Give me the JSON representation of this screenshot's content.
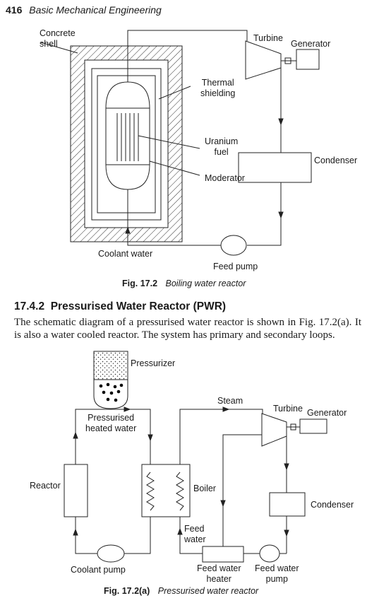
{
  "header": {
    "page_number": "416",
    "book_title": "Basic Mechanical Engineering"
  },
  "fig1": {
    "labels": {
      "concrete_shell": "Concrete\nshell",
      "turbine": "Turbine",
      "generator": "Generator",
      "thermal_shielding": "Thermal\nshielding",
      "uranium_fuel": "Uranium\nfuel",
      "moderator": "Moderator",
      "condenser": "Condenser",
      "coolant_water": "Coolant water",
      "feed_pump": "Feed pump"
    },
    "caption_num": "Fig. 17.2",
    "caption_text": "Boiling water reactor"
  },
  "section": {
    "heading": "17.4.2  Pressurised Water Reactor (PWR)",
    "paragraph": "The schematic diagram of a pressurised water reactor is shown in Fig. 17.2(a). It is also a water cooled reactor. The system has primary and secondary loops."
  },
  "fig2": {
    "labels": {
      "pressurizer": "Pressurizer",
      "pressurised_heated_water": "Pressurised\nheated water",
      "steam": "Steam",
      "turbine": "Turbine",
      "generator": "Generator",
      "reactor": "Reactor",
      "boiler": "Boiler",
      "condenser": "Condenser",
      "feed_water": "Feed\nwater",
      "coolant_pump": "Coolant pump",
      "feed_water_heater": "Feed water\nheater",
      "feed_water_pump": "Feed water\npump"
    },
    "caption_num": "Fig. 17.2(a)",
    "caption_text": "Pressurised water reactor"
  }
}
